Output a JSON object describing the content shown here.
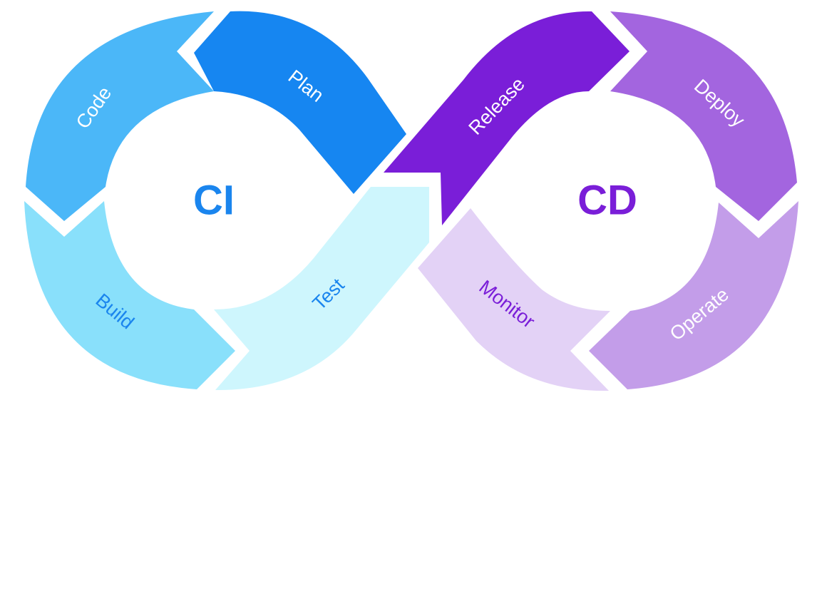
{
  "diagram": {
    "ci": {
      "label": "CI",
      "color": "#1a85ee",
      "stages": {
        "plan": {
          "label": "Plan",
          "fill": "#1686f1",
          "text": "#ffffff"
        },
        "code": {
          "label": "Code",
          "fill": "#4bb7f8",
          "text": "#ffffff"
        },
        "build": {
          "label": "Build",
          "fill": "#89e0fb",
          "text": "#1a85ee"
        },
        "test": {
          "label": "Test",
          "fill": "#cef6fd",
          "text": "#1a85ee"
        }
      }
    },
    "cd": {
      "label": "CD",
      "color": "#7a1ed8",
      "stages": {
        "release": {
          "label": "Release",
          "fill": "#7a1ed8",
          "text": "#ffffff"
        },
        "deploy": {
          "label": "Deploy",
          "fill": "#a365df",
          "text": "#ffffff"
        },
        "operate": {
          "label": "Operate",
          "fill": "#c39de9",
          "text": "#ffffff"
        },
        "monitor": {
          "label": "Monitor",
          "fill": "#e3d2f6",
          "text": "#7a1ed8"
        }
      }
    }
  }
}
